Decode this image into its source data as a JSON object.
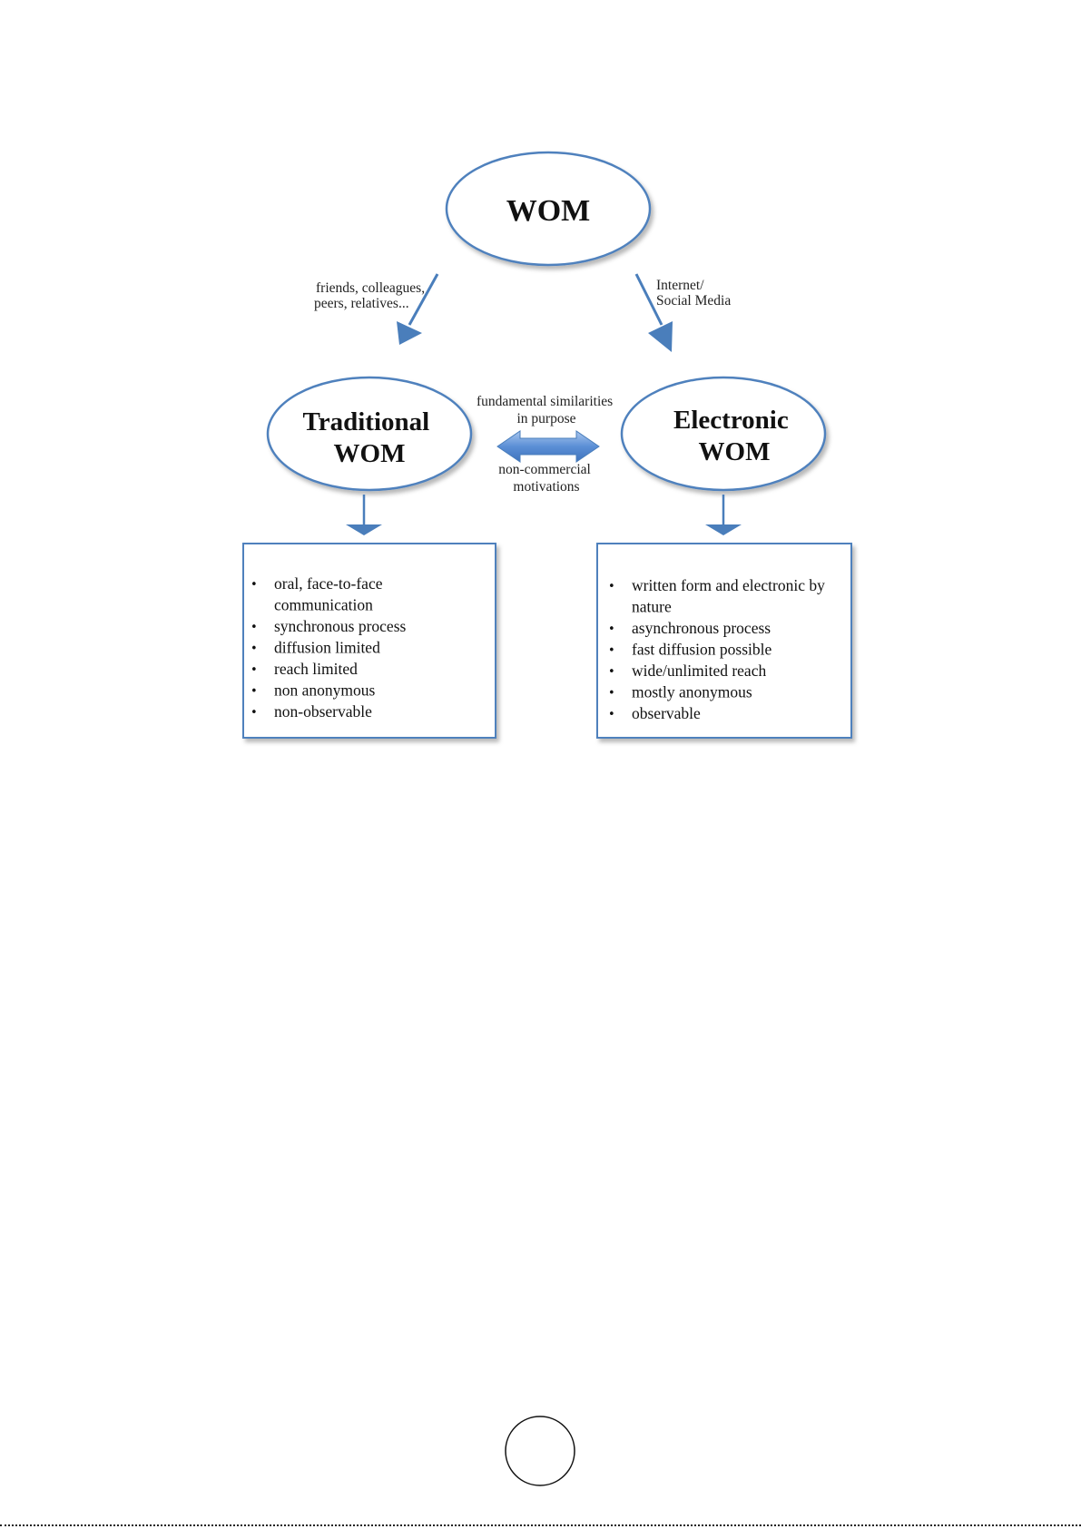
{
  "diagram": {
    "root": {
      "label": "WOM"
    },
    "left_node": {
      "line1": "Traditional",
      "line2": "WOM"
    },
    "right_node": {
      "line1": "Electronic",
      "line2": "WOM"
    },
    "left_edge_label": {
      "line1": "friends, colleagues,",
      "line2": "peers, relatives..."
    },
    "right_edge_label": {
      "line1": "Internet/",
      "line2": "Social Media"
    },
    "center_top_label": {
      "line1": "fundamental similarities",
      "line2": "in purpose"
    },
    "center_bottom_label": {
      "line1": "non-commercial",
      "line2": "motivations"
    },
    "left_list": [
      "oral, face-to-face",
      "communication",
      "synchronous process",
      "diffusion limited",
      "reach limited",
      "non anonymous",
      "non-observable"
    ],
    "right_list": [
      "written form and electronic by",
      "nature",
      "asynchronous process",
      "fast diffusion possible",
      "wide/unlimited reach",
      "mostly anonymous",
      "observable"
    ],
    "colors": {
      "ellipse_stroke": "#4f81bd",
      "arrow_fill": "#4a7ebb",
      "box_stroke": "#4f81bd"
    }
  },
  "footer": {
    "page_number_icon": "circle-outline"
  }
}
